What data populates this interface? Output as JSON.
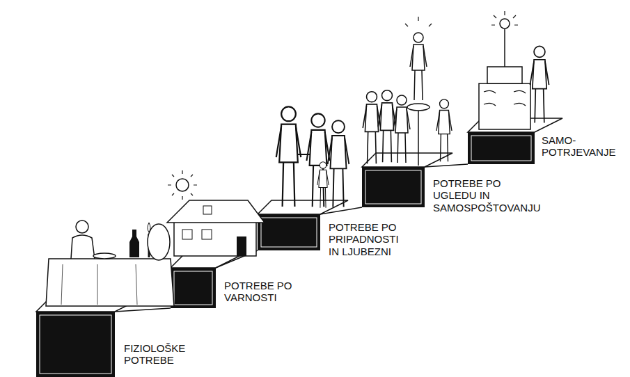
{
  "diagram": {
    "labels": [
      "FIZIOLOŠKE POTREBE",
      "POTREBE PO VARNOSTI",
      "POTREBE PO PRIPADNOSTI IN LJUBEZNI",
      "POTREBE PO UGLEDU IN SAMOSPOŠTOVANJU",
      "SAMO- POTRJEVANJE"
    ]
  }
}
